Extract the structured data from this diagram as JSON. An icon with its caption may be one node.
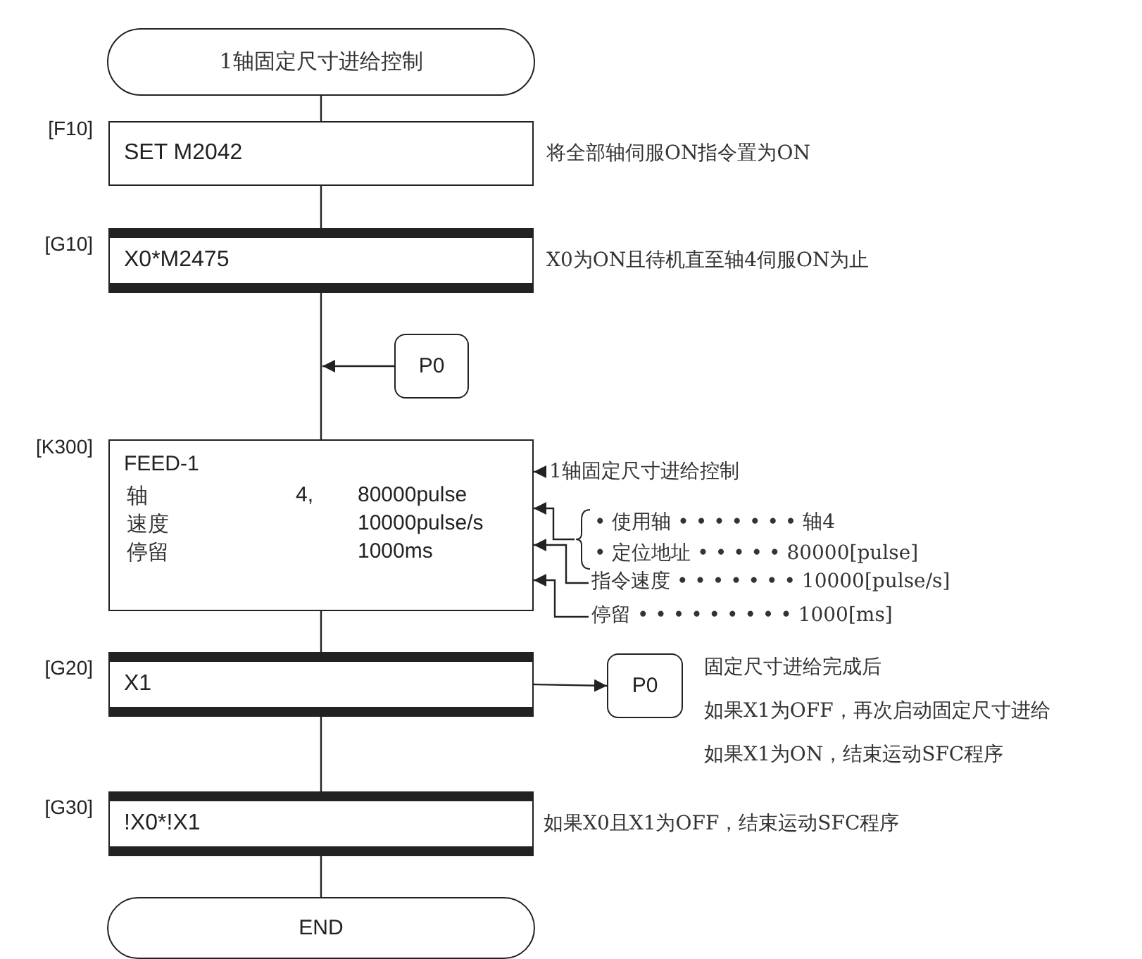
{
  "diagram": {
    "nodes": [
      {
        "text": [
          "1轴固定尺寸进给控制"
        ]
      },
      {
        "text": [
          "SET M2042"
        ],
        "beside": [
          "[F10]"
        ]
      },
      {
        "text": [
          "X0*M2475"
        ],
        "beside": [
          "[G10]"
        ]
      },
      {
        "text": [
          "P0"
        ]
      },
      {
        "text": [
          "FEED-1",
          "轴",
          "4,",
          "80000pulse",
          "速度",
          "10000pulse/s",
          "停留",
          "1000ms"
        ],
        "beside": [
          "[K300]"
        ]
      },
      {
        "text": [
          "1轴固定尺寸进给控制"
        ]
      },
      {
        "text": [
          "• 使用轴 • • • • • • • 轴4",
          "• 定位地址 • • • • • 80000[pulse]"
        ]
      },
      {
        "text": [
          "指令速度 • • • • • • • 10000[pulse/s]"
        ]
      },
      {
        "text": [
          "停留 • • • • • • • • • 1000[ms]"
        ]
      },
      {
        "text": [
          "X1"
        ],
        "beside": [
          "[G20]"
        ]
      },
      {
        "text": [
          "P0"
        ]
      },
      {
        "text": [
          "!X0*!X1"
        ],
        "beside": [
          "[G30]"
        ]
      },
      {
        "text": [
          "END"
        ]
      }
    ],
    "edges": [
      {
        "from": 0,
        "to": 1,
        "arrow": "none"
      },
      {
        "from": 1,
        "to": 2,
        "arrow": "none"
      },
      {
        "from": 2,
        "to": 4,
        "arrow": "none"
      },
      {
        "from": 3,
        "to": null,
        "arrow": "to"
      },
      {
        "from": 5,
        "to": 4,
        "arrow": "to"
      },
      {
        "from": 6,
        "to": 4,
        "arrow": "to"
      },
      {
        "from": 7,
        "to": 4,
        "arrow": "to"
      },
      {
        "from": 8,
        "to": 4,
        "arrow": "to"
      },
      {
        "from": 4,
        "to": 9,
        "arrow": "none"
      },
      {
        "from": 9,
        "to": 10,
        "arrow": "to"
      },
      {
        "from": 9,
        "to": 11,
        "arrow": "none"
      },
      {
        "from": 11,
        "to": 12,
        "arrow": "none"
      }
    ],
    "labels": [
      "将全部轴伺服ON指令置为ON",
      "X0为ON且待机直至轴4伺服ON为止",
      "固定尺寸进给完成后",
      "如果X1为OFF，再次启动固定尺寸进给",
      "如果X1为ON，结束运动SFC程序",
      "如果X0且X1为OFF，结束运动SFC程序"
    ]
  }
}
